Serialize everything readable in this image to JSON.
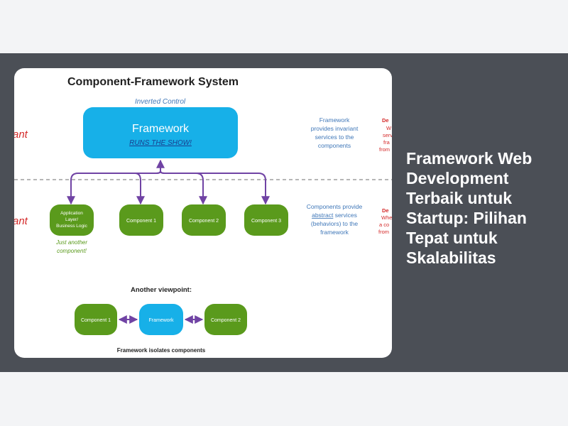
{
  "article": {
    "title": "Framework Web Development Terbaik untuk Startup: Pilihan Tepat untuk Skalabilitas"
  },
  "diagram": {
    "title": "Component-Framework System",
    "inverted_control": "Inverted Control",
    "framework_label": "Framework",
    "framework_sub": "RUNS THE SHOW!",
    "left_cut_top": "ant",
    "left_cut_bottom": "ant",
    "note_top": [
      "Framework",
      "provides invariant",
      "services to the",
      "components"
    ],
    "note_bottom_1": "Components provide",
    "note_bottom_2a": "abstract",
    "note_bottom_2b": " services",
    "note_bottom_3": "(behaviors) to the",
    "note_bottom_4": "framework",
    "right_cut_top": [
      "De",
      "W",
      "serv",
      "fra",
      "from"
    ],
    "right_cut_bottom": [
      "De",
      "Whe",
      "a co",
      "from"
    ],
    "app_layer": [
      "Application",
      "Layer/",
      "Business Logic"
    ],
    "component_1": "Component 1",
    "component_2": "Component 2",
    "component_3": "Component 3",
    "just_another": [
      "Just another",
      "component!"
    ],
    "another_viewpoint": "Another viewpoint:",
    "vp_component_1": "Component 1",
    "vp_framework": "Framework",
    "vp_component_2": "Component 2",
    "isolates": "Framework isolates components",
    "colors": {
      "framework_blue": "#17b0e8",
      "component_green": "#5a9a1c",
      "arrow_purple": "#7043a4",
      "accent_red": "#d42a2a",
      "note_blue": "#3f77b8",
      "italic_green": "#5a9a1c"
    }
  }
}
